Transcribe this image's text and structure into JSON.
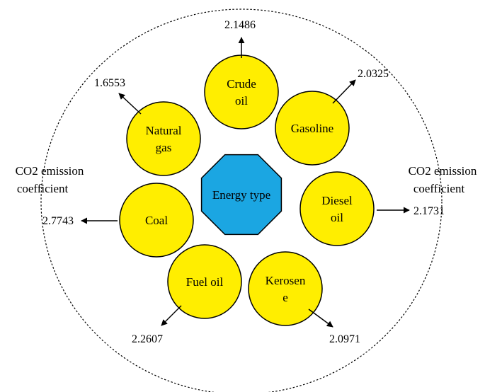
{
  "center": {
    "label": "Energy type",
    "fill": "#1BA6E2"
  },
  "side_labels": {
    "left": [
      "CO2 emission",
      "coefficient"
    ],
    "right": [
      "CO2 emission",
      "coefficient"
    ]
  },
  "node_fill": "#FFEE00",
  "energies": [
    {
      "key": "crude-oil",
      "lines": [
        "Crude",
        "oil"
      ],
      "value": "2.1486"
    },
    {
      "key": "gasoline",
      "lines": [
        "Gasoline"
      ],
      "value": "2.0325"
    },
    {
      "key": "diesel-oil",
      "lines": [
        "Diesel",
        "oil"
      ],
      "value": "2.1731"
    },
    {
      "key": "kerosene",
      "lines": [
        "Kerosen",
        "e"
      ],
      "value": "2.0971"
    },
    {
      "key": "fuel-oil",
      "lines": [
        "Fuel oil"
      ],
      "value": "2.2607"
    },
    {
      "key": "coal",
      "lines": [
        "Coal"
      ],
      "value": "2.7743"
    },
    {
      "key": "natural-gas",
      "lines": [
        "Natural",
        "gas"
      ],
      "value": "1.6553"
    }
  ]
}
